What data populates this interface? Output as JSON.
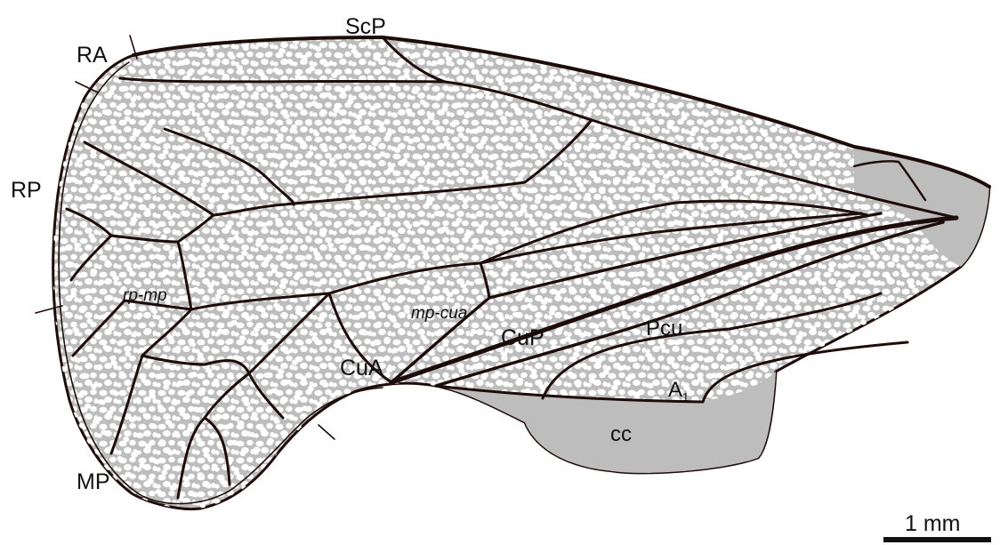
{
  "figure": {
    "labels": {
      "scp": "ScP",
      "ra": "RA",
      "rp": "RP",
      "mp": "MP",
      "rp_mp": "rp-mp",
      "mp_cua": "mp-cua",
      "cup": "CuP",
      "pcu": "Pcu",
      "cua": "CuA",
      "a1_base": "A",
      "a1_sub": "1",
      "cc": "cc"
    },
    "scale_bar": {
      "label": "1 mm"
    },
    "colors": {
      "membrane": "#bdbdbd",
      "cell_pores": "#ffffff",
      "vein": "#1e0c0a",
      "text": "#111111"
    }
  }
}
